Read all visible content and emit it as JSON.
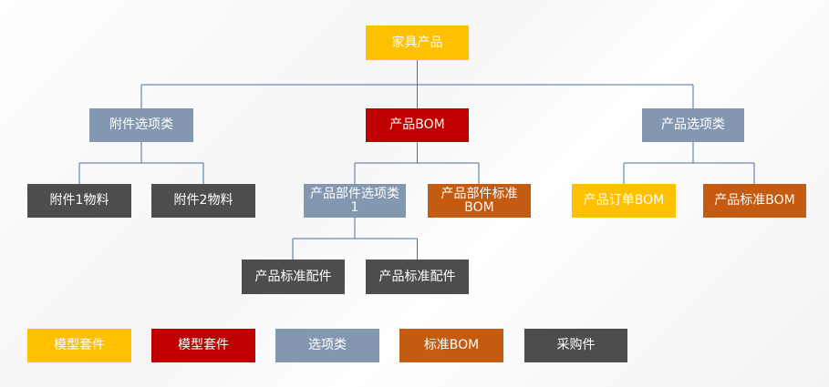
{
  "diagram": {
    "root": "家具产品",
    "level1": {
      "left": "附件选项类",
      "center": "产品BOM",
      "right": "产品选项类"
    },
    "level2": {
      "accessory1": "附件1物料",
      "accessory2": "附件2物料",
      "part_option": "产品部件选项类1",
      "part_std_bom": "产品部件标准BOM",
      "order_bom": "产品订单BOM",
      "std_bom": "产品标准BOM"
    },
    "level3": {
      "std_part_a": "产品标准配件",
      "std_part_b": "产品标准配件"
    }
  },
  "legend": {
    "model_kit_yellow": "模型套件",
    "model_kit_red": "模型套件",
    "option_class": "选项类",
    "standard_bom": "标准BOM",
    "purchased_part": "采购件"
  },
  "colors": {
    "yellow": "#ffc000",
    "red": "#c00000",
    "gray_blue": "#8497b0",
    "orange": "#c55a11",
    "dark_gray": "#4d4d4d",
    "connector": "#4a6fa5"
  }
}
